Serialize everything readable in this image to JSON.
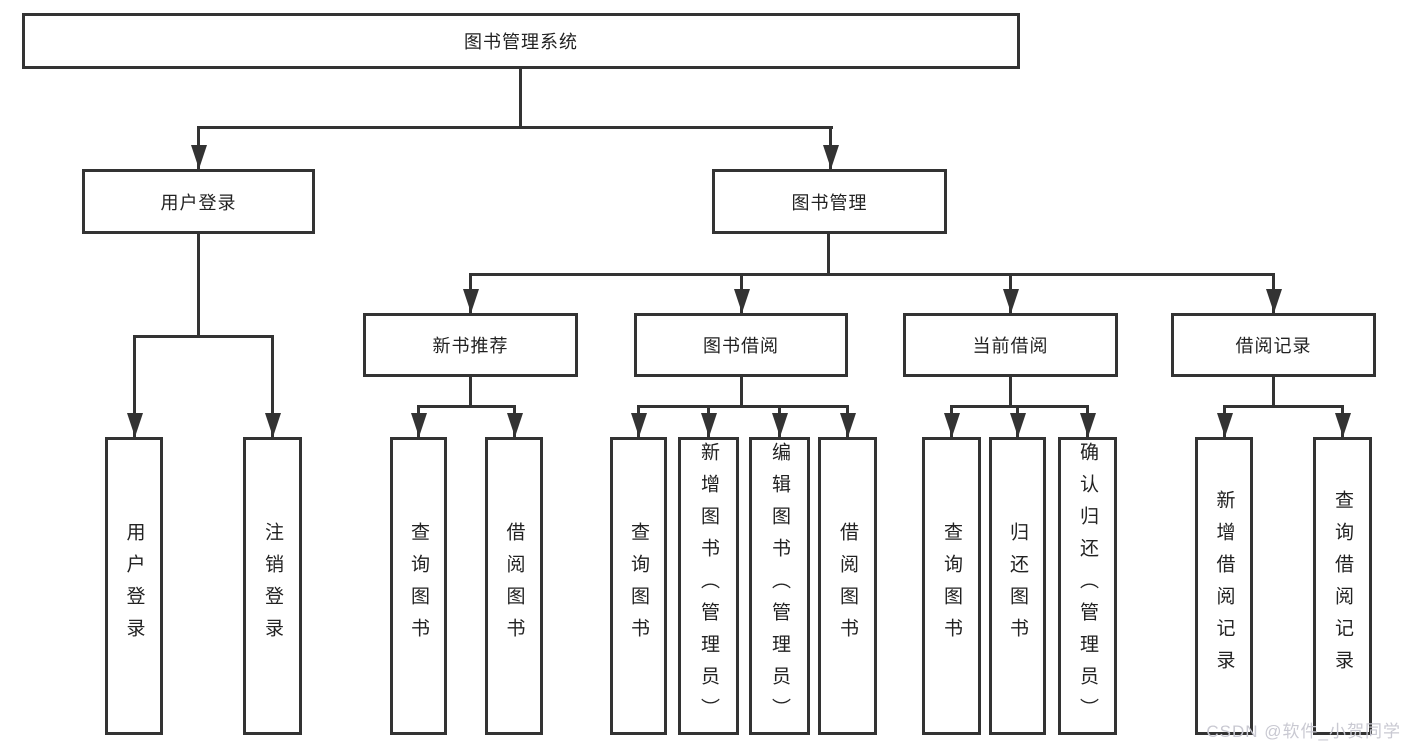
{
  "tree": {
    "label": "图书管理系统",
    "children": [
      {
        "label": "用户登录",
        "children": [
          {
            "label": "用户登录"
          },
          {
            "label": "注销登录"
          }
        ]
      },
      {
        "label": "图书管理",
        "children": [
          {
            "label": "新书推荐",
            "children": [
              {
                "label": "查询图书"
              },
              {
                "label": "借阅图书"
              }
            ]
          },
          {
            "label": "图书借阅",
            "children": [
              {
                "label": "查询图书"
              },
              {
                "label": "新增图书（管理员）"
              },
              {
                "label": "编辑图书（管理员）"
              },
              {
                "label": "借阅图书"
              }
            ]
          },
          {
            "label": "当前借阅",
            "children": [
              {
                "label": "查询图书"
              },
              {
                "label": "归还图书"
              },
              {
                "label": "确认归还（管理员）"
              }
            ]
          },
          {
            "label": "借阅记录",
            "children": [
              {
                "label": "新增借阅记录"
              },
              {
                "label": "查询借阅记录"
              }
            ]
          }
        ]
      }
    ]
  },
  "watermark": {
    "text": "CSDN @软件_小贺同学"
  },
  "colors": {
    "line": "#333333",
    "box_border": "#333333",
    "text": "#222222",
    "background": "#ffffff",
    "watermark": "#c9c9d2"
  }
}
